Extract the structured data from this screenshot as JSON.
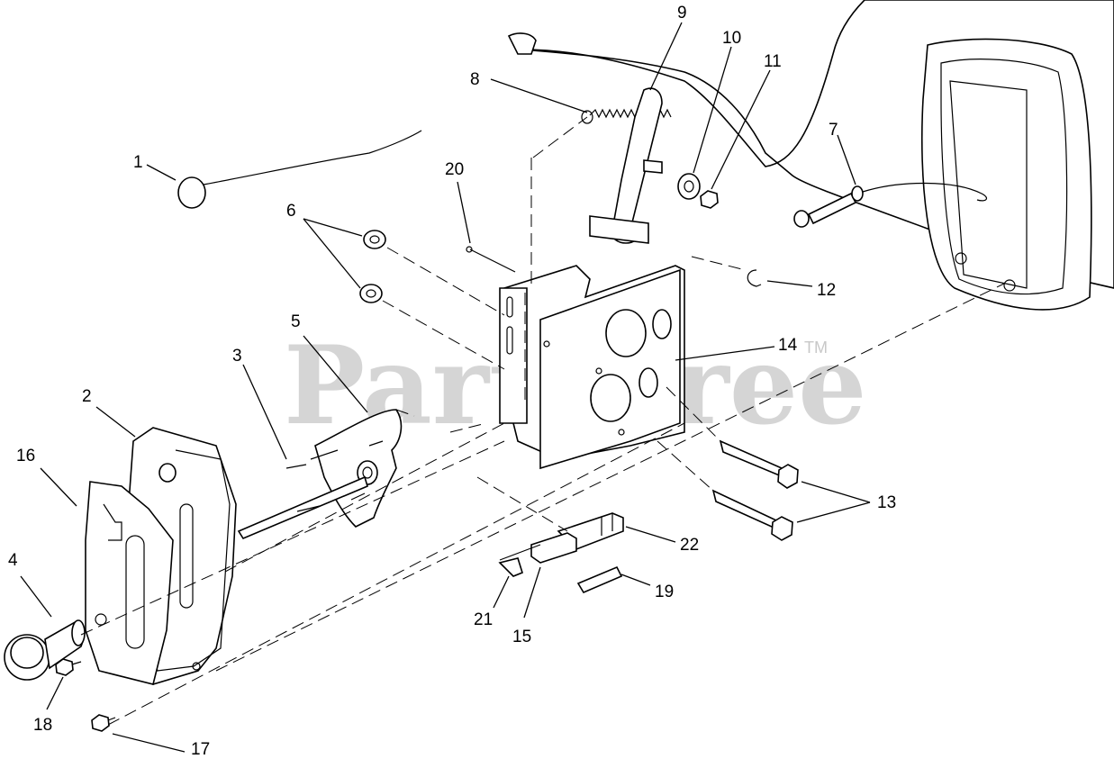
{
  "watermark": {
    "text": "PartsTree",
    "tm": "TM"
  },
  "callouts": [
    {
      "id": "1",
      "text": "1"
    },
    {
      "id": "2",
      "text": "2"
    },
    {
      "id": "3",
      "text": "3"
    },
    {
      "id": "4",
      "text": "4"
    },
    {
      "id": "5",
      "text": "5"
    },
    {
      "id": "6",
      "text": "6"
    },
    {
      "id": "7",
      "text": "7"
    },
    {
      "id": "8",
      "text": "8"
    },
    {
      "id": "9",
      "text": "9"
    },
    {
      "id": "10",
      "text": "10"
    },
    {
      "id": "11",
      "text": "11"
    },
    {
      "id": "12",
      "text": "12"
    },
    {
      "id": "13",
      "text": "13"
    },
    {
      "id": "14",
      "text": "14"
    },
    {
      "id": "15",
      "text": "15"
    },
    {
      "id": "16",
      "text": "16"
    },
    {
      "id": "17",
      "text": "17"
    },
    {
      "id": "18",
      "text": "18"
    },
    {
      "id": "19",
      "text": "19"
    },
    {
      "id": "20",
      "text": "20"
    },
    {
      "id": "21",
      "text": "21"
    },
    {
      "id": "22",
      "text": "22"
    }
  ]
}
